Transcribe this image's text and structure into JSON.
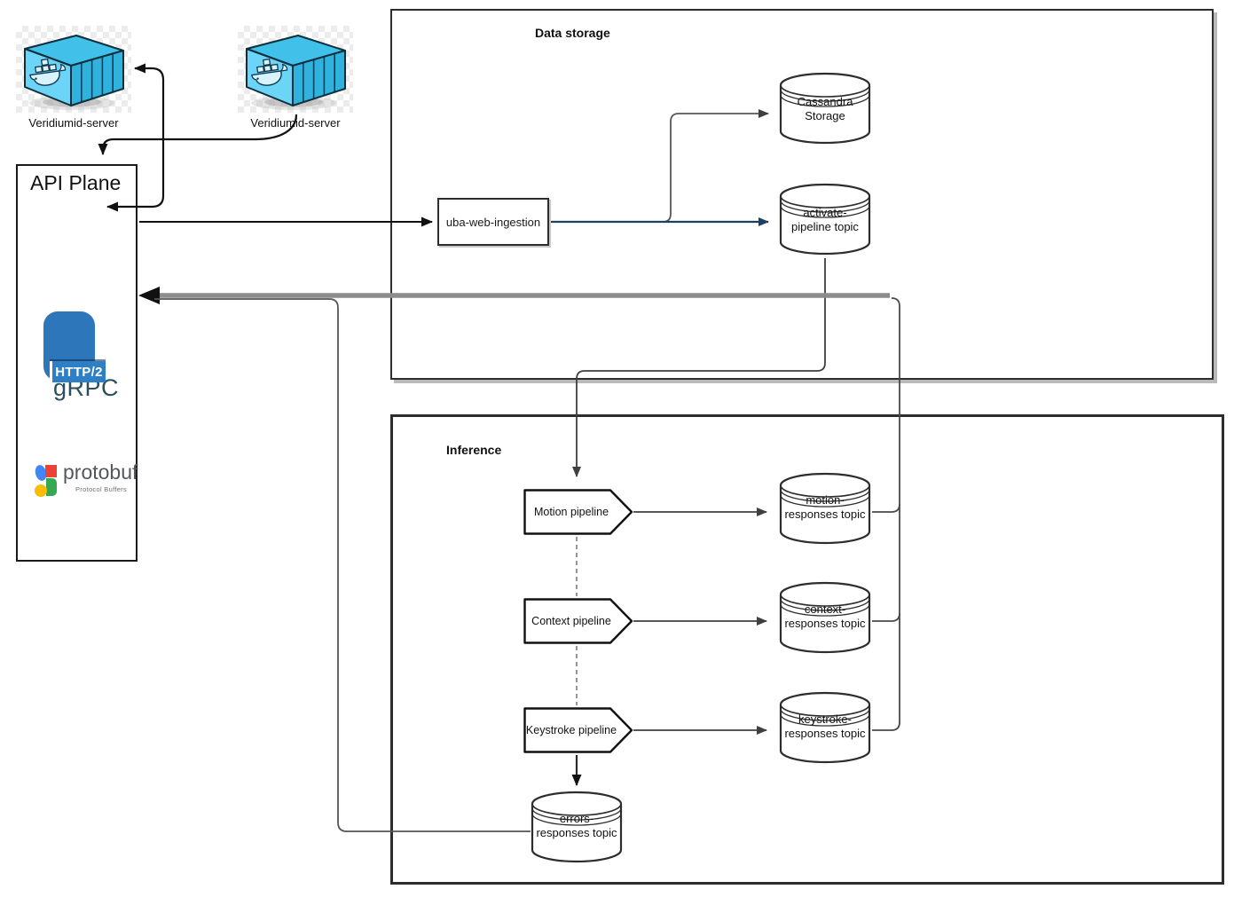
{
  "diagram": {
    "containers": {
      "left": {
        "label": "Veridiumid-server"
      },
      "right": {
        "label": "Veridiumid-server"
      }
    },
    "api_plane": {
      "title": "API Plane",
      "grpc_label": "gRPC",
      "http2_label": "HTTP/2",
      "protobuf_label": "protobuf",
      "protobuf_sublabel": "Protocol Buffers"
    },
    "groups": {
      "data_storage": {
        "label": "Data storage"
      },
      "inference": {
        "label": "Inference"
      }
    },
    "nodes": {
      "uba": {
        "label": "uba-web-ingestion"
      },
      "cassandra": {
        "label": "Cassandra Storage"
      },
      "activate_topic": {
        "label": "activate-pipeline topic"
      },
      "motion_pipeline": {
        "label": "Motion pipeline"
      },
      "context_pipeline": {
        "label": "Context pipeline"
      },
      "keystroke_pipeline": {
        "label": "Keystroke pipeline"
      },
      "motion_topic": {
        "label": "motion-responses topic"
      },
      "context_topic": {
        "label": "context-responses topic"
      },
      "keystroke_topic": {
        "label": "keystroke-responses topic"
      },
      "errors_topic": {
        "label": "errors-responses topic"
      }
    },
    "colors": {
      "edge_dark": "#3f3f3f",
      "edge_black": "#111111",
      "edge_navy": "#1f3e63",
      "edge_thick_gray": "#8c8c8c",
      "edge_gray": "#565656",
      "grpc_text": "#2b4f5e",
      "grpc_accent": "#2bc1b2",
      "http2_blue": "#2d76ba",
      "docker_blue": "#41c0ea",
      "protobuf_blue": "#4285f4",
      "protobuf_red": "#ea4335",
      "protobuf_yellow": "#fbbc05",
      "protobuf_green": "#34a853"
    }
  }
}
